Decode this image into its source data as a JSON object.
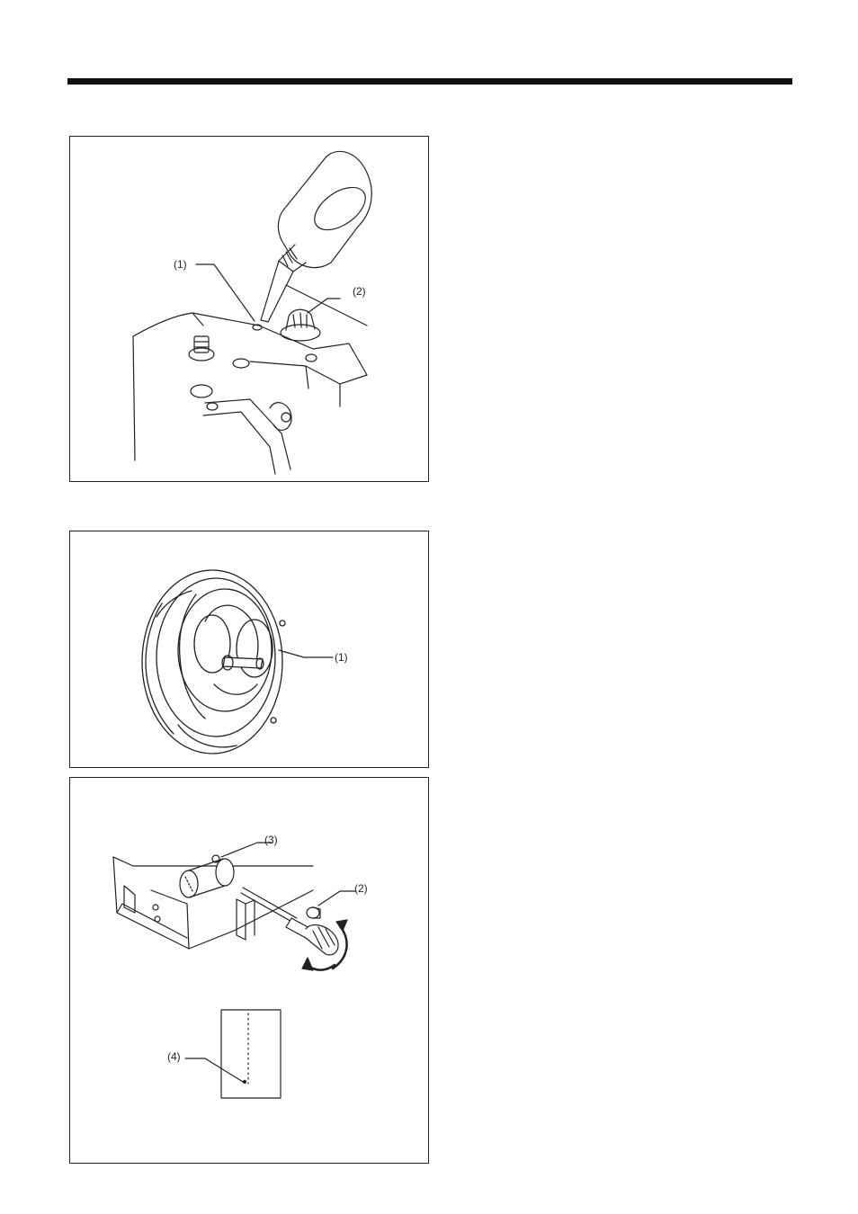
{
  "figures": [
    {
      "id": "oil-supply",
      "callouts": [
        "(1)",
        "(2)"
      ]
    },
    {
      "id": "rotary-hook",
      "callouts": [
        "(1)"
      ]
    },
    {
      "id": "hook-oil-adjustment",
      "callouts": [
        "(3)",
        "(2)",
        "(4)"
      ]
    }
  ]
}
